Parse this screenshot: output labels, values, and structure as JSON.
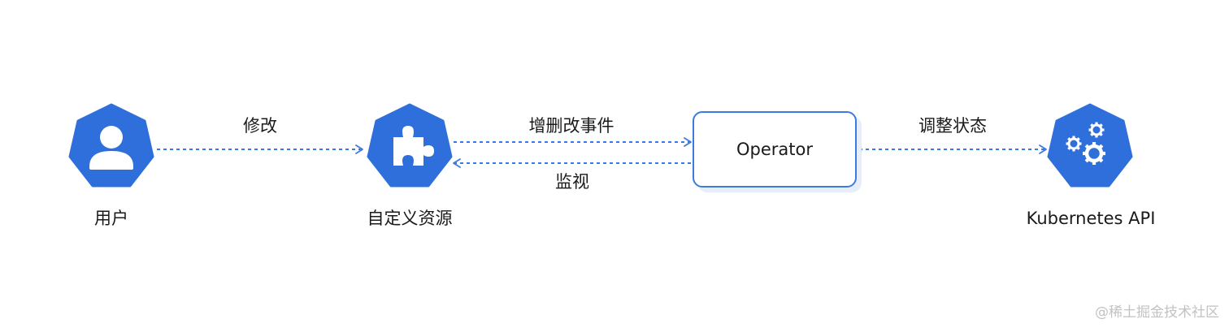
{
  "nodes": {
    "user": {
      "label": "用户",
      "icon": "user-icon"
    },
    "custom_resource": {
      "label": "自定义资源",
      "icon": "puzzle-icon"
    },
    "operator": {
      "label": "Operator"
    },
    "kubernetes_api": {
      "label": "Kubernetes API",
      "icon": "gears-icon"
    }
  },
  "edges": {
    "modify": {
      "label": "修改",
      "from": "用户",
      "to": "自定义资源"
    },
    "crud_events": {
      "label": "增删改事件",
      "from": "自定义资源",
      "to": "Operator"
    },
    "watch": {
      "label": "监视",
      "from": "Operator",
      "to": "自定义资源"
    },
    "reconcile": {
      "label": "调整状态",
      "from": "Operator",
      "to": "Kubernetes API"
    }
  },
  "colors": {
    "accent": "#2f6fdc",
    "arrow": "#3b7be0",
    "box_border": "#3b7be0",
    "box_shadow": "#e8eef9"
  },
  "watermark": "@稀土掘金技术社区"
}
